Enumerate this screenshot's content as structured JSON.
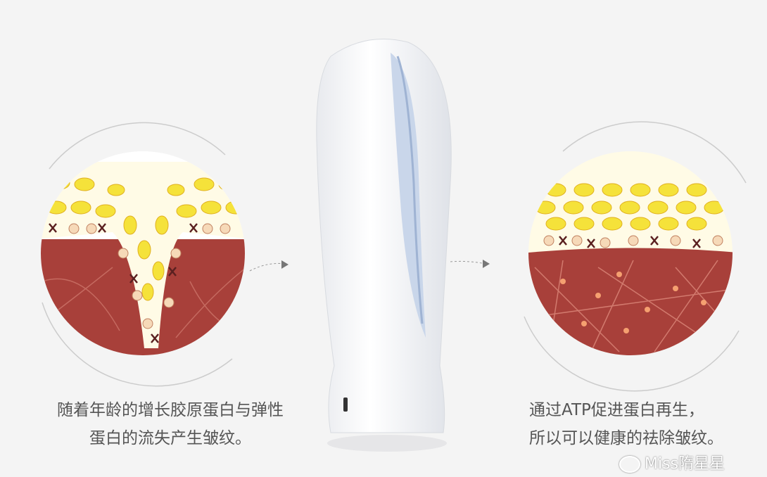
{
  "left_caption": {
    "line1": "随着年龄的增长胶原蛋白与弹性",
    "line2": "蛋白的流失产生皱纹。"
  },
  "right_caption": {
    "line1": "通过ATP促进蛋白再生，",
    "line2": "所以可以健康的祛除皱纹。"
  },
  "watermark": "Miss隋星星",
  "colors": {
    "dermis": "#a8403a",
    "cell_yellow": "#f5e23a",
    "cell_nucleus": "#f08a20",
    "background": "#f4f4f4"
  }
}
